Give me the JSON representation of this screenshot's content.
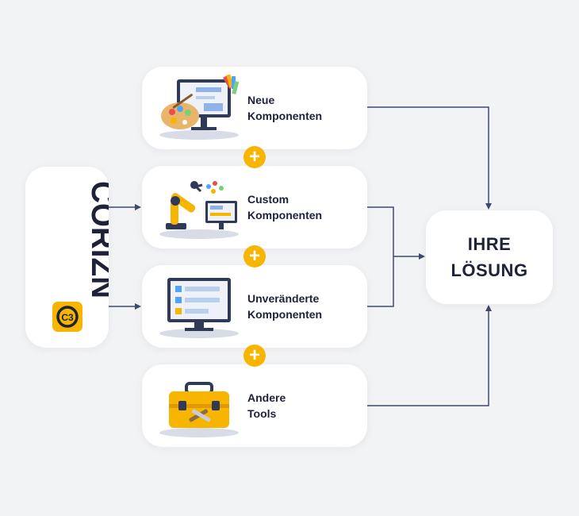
{
  "brand": {
    "name": "CORIZN",
    "badge": "C3"
  },
  "components": [
    {
      "line1": "Neue",
      "line2": "Komponenten",
      "icon": "palette-monitor-icon"
    },
    {
      "line1": "Custom",
      "line2": "Komponenten",
      "icon": "robot-arm-icon"
    },
    {
      "line1": "Unveränderte",
      "line2": "Komponenten",
      "icon": "monitor-icon"
    },
    {
      "line1": "Andere",
      "line2": "Tools",
      "icon": "toolbox-icon"
    }
  ],
  "plus_symbol": "+",
  "result": {
    "line1": "IHRE",
    "line2": "LÖSUNG"
  },
  "colors": {
    "accent": "#f7b500",
    "text": "#1d2238",
    "line": "#3c4a6e",
    "background": "#f2f3f5",
    "card": "#ffffff"
  }
}
